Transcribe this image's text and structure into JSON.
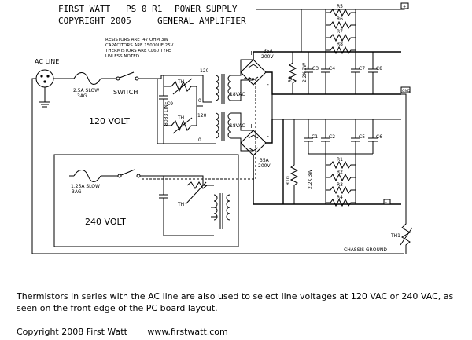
{
  "header": {
    "brand": "FIRST WATT",
    "model": "PS 0 R1",
    "title": "POWER SUPPLY",
    "copyright": "COPYRIGHT 2005",
    "subtitle": "GENERAL AMPLIFIER"
  },
  "notes": [
    "RESISTORS ARE .47 OHM 3W",
    "CAPACITORS ARE 15000UF 25V",
    "THERMISTORS ARE CL60 TYPE",
    "UNLESS NOTED"
  ],
  "labels": {
    "ac_line": "AC LINE",
    "fuse_main": "2.5A SLOW",
    "fuse_main_type": "3AG",
    "switch": "SWITCH",
    "volt_120": "120 VOLT",
    "volt_240": "240 VOLT",
    "fuse_240": "1.25A SLOW",
    "fuse_240_type": "3AG",
    "th": "TH",
    "c9": "C9",
    "part_line": "8033 LINE",
    "tap_120": "120",
    "tap_0": "0",
    "sec_upper": "18VAC",
    "sec_lower": "18VAC",
    "bridge_upper": "35A",
    "bridge_upper_v": "200V",
    "bridge_lower": "35A",
    "bridge_lower_v": "200V",
    "r9": "R9",
    "r9_val": "2.2K 3W",
    "r10": "R10",
    "r10_val": "2.2K 3W",
    "c3": "C3",
    "c4": "C4",
    "c7": "C7",
    "c8": "C8",
    "c1": "C1",
    "c2": "C2",
    "c5": "C5",
    "c6": "C6",
    "r5": "R5",
    "r6": "R6",
    "r7": "R7",
    "r8": "R8",
    "r1": "R1",
    "r2": "R2",
    "r3": "R3",
    "r4": "R4",
    "th1": "TH1",
    "chassis_ground": "CHASSIS GROUND",
    "plus": "+",
    "minus": "-",
    "gnd": "GND"
  },
  "caption": "Thermistors in series with the AC line are also used to select line voltages at 120 VAC or 240 VAC, as seen on the front edge of the PC board layout.",
  "footer": {
    "copyright": "Copyright 2008 First Watt",
    "website": "www.firstwatt.com"
  }
}
